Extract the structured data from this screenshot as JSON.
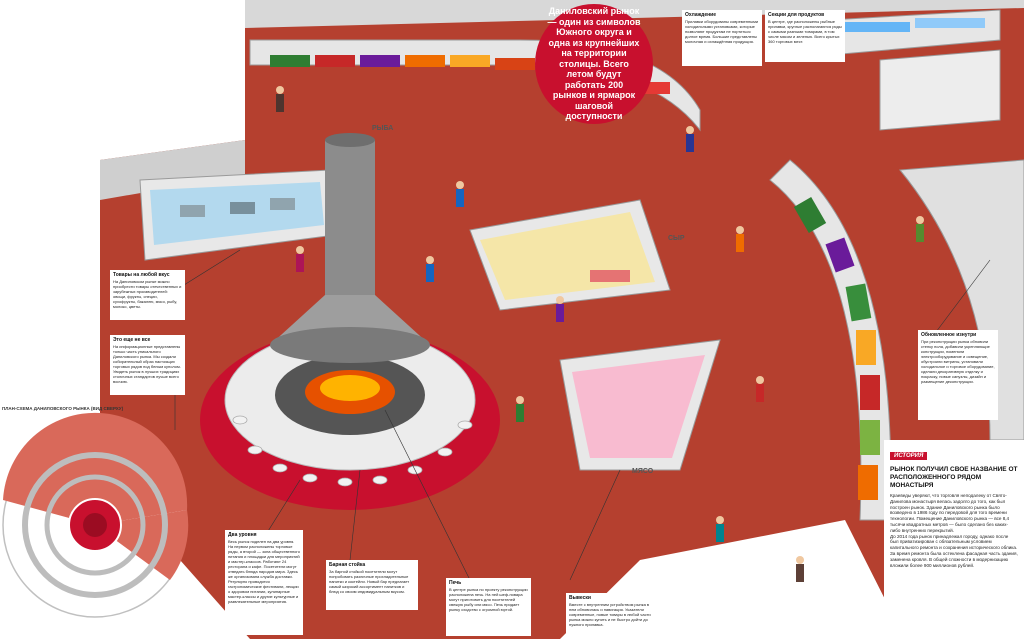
{
  "callout": {
    "text": "Даниловский рынок — один из символов Южного округа и одна из крупнейших на территории столицы. Всего летом будут работать 200 рынков и ярмарок шаговой доступности"
  },
  "signs": {
    "fish": "РЫБА",
    "cheese": "СЫР",
    "meat": "МЯСО"
  },
  "notes": {
    "cooling": {
      "title": "Охлаждение",
      "text": "Прилавки оборудованы современными холодильными установками, которые позволяют продуктам не портиться долгое время. Большие представлены молочная и охлаждённая продукция."
    },
    "products": {
      "title": "Секции для продуктов",
      "text": "В центре, где расположены рыбные прилавки, круглые располагаются ряды с самыми разными товарами, в том числе мясом и зеленью. Всего крытых 360 торговых мест."
    },
    "goods": {
      "title": "Товары на любой вкус",
      "text": "На Даниловском рынке можно приобрести товары отечественных и зарубежных производителей: овощи, фрукты, специи, сухофрукты, бакалею, мясо, рыбу, молоко, цветы."
    },
    "eat": {
      "title": "Это еще не все",
      "text": "На информационные представлены только часть уникального Даниловского рынка. Мы создали собирательный образ настоящих торговых рядов под белым куполом. Увидеть рынок в лучших традициях столичных стандартов лучше всего воочию."
    },
    "levels": {
      "title": "Два уровня",
      "text": "Весь рынок поделен на два уровня. На первом расположены торговые ряды, а второй — зона общественного питания и площадки для мероприятий и мастер-классов. Работают 24 ресторана и кафе. Посетители могут отведать блюда народов мира. Здесь же организована служба доставки. Регулярно проводятся гастрономические фестивали, лекции о здоровом питании, кулинарные мастер-классы и другие культурные и развлекательные мероприятия."
    },
    "bar": {
      "title": "Барная стойка",
      "text": "За барной стойкой посетители могут попробовать различные прохладительные напитки и коктейли. Новый бар предлагает самый широкий ассортимент напитков и блюд со своим индивидуальным вкусом."
    },
    "oven": {
      "title": "Печь",
      "text": "В центре рынка по проекту реконструкции расположена печь. На ней шеф-повара могут приготовить для посетителей свежую рыбу или мясо. Печь придает рынку сходство с огромной юртой."
    },
    "signage": {
      "title": "Вывески",
      "text": "Вместе с внутренним устройством рынка в нем обновилась и навигация. Указатели современные, новые товары в любой части рынка можно купить и не быстро дойти до нужного прилавка."
    },
    "renovation": {
      "title": "Обновленное изнутри",
      "text": "При реконструкции рынка обновили стенку пола, добавили укрепляющие конструкции, поменяли электрооборудование и освещение, обустроили витрины, установили холодильное и торговое оборудование, сделали декоративную отделку и покраску, новые санузлы, дизайн и размещение деконструкции."
    }
  },
  "history": {
    "badge": "ИСТОРИЯ",
    "title": "РЫНОК ПОЛУЧИЛ СВОЕ НАЗВАНИЕ ОТ РАСПОЛОЖЕННОГО РЯДОМ МОНАСТЫРЯ",
    "p1": "Краеведы уверяют, что торговля неподалеку от Свято-Данилова монастыря велась задолго до того, как был построен рынок. Здание Даниловского рынка было возведено в 1986 году по передовой для того времени технологии. Помещение Даниловского рынка — все 8,4 тысячи квадратных метров — было сделано без каких-либо внутренних перекрытий.",
    "p2": "До 2014 года рынок принадлежал городу, однако после был приватизирован с обязательным условием капитального ремонта и сохранения исторического облика.",
    "p3": "За время ремонта была остеклена фасадная часть здания, заменена кровля. В общей сложности в модернизацию вложили более 900 миллионов рублей."
  },
  "plan": {
    "title": "ПЛАН-СХЕМА ДАНИЛОВСКОГО РЫНКА (ВИД СВЕРХУ)"
  },
  "colors": {
    "floor": "#b5402f",
    "accent": "#c8102e",
    "counter": "#e8e8e8",
    "hood": "#8c8c8c"
  }
}
